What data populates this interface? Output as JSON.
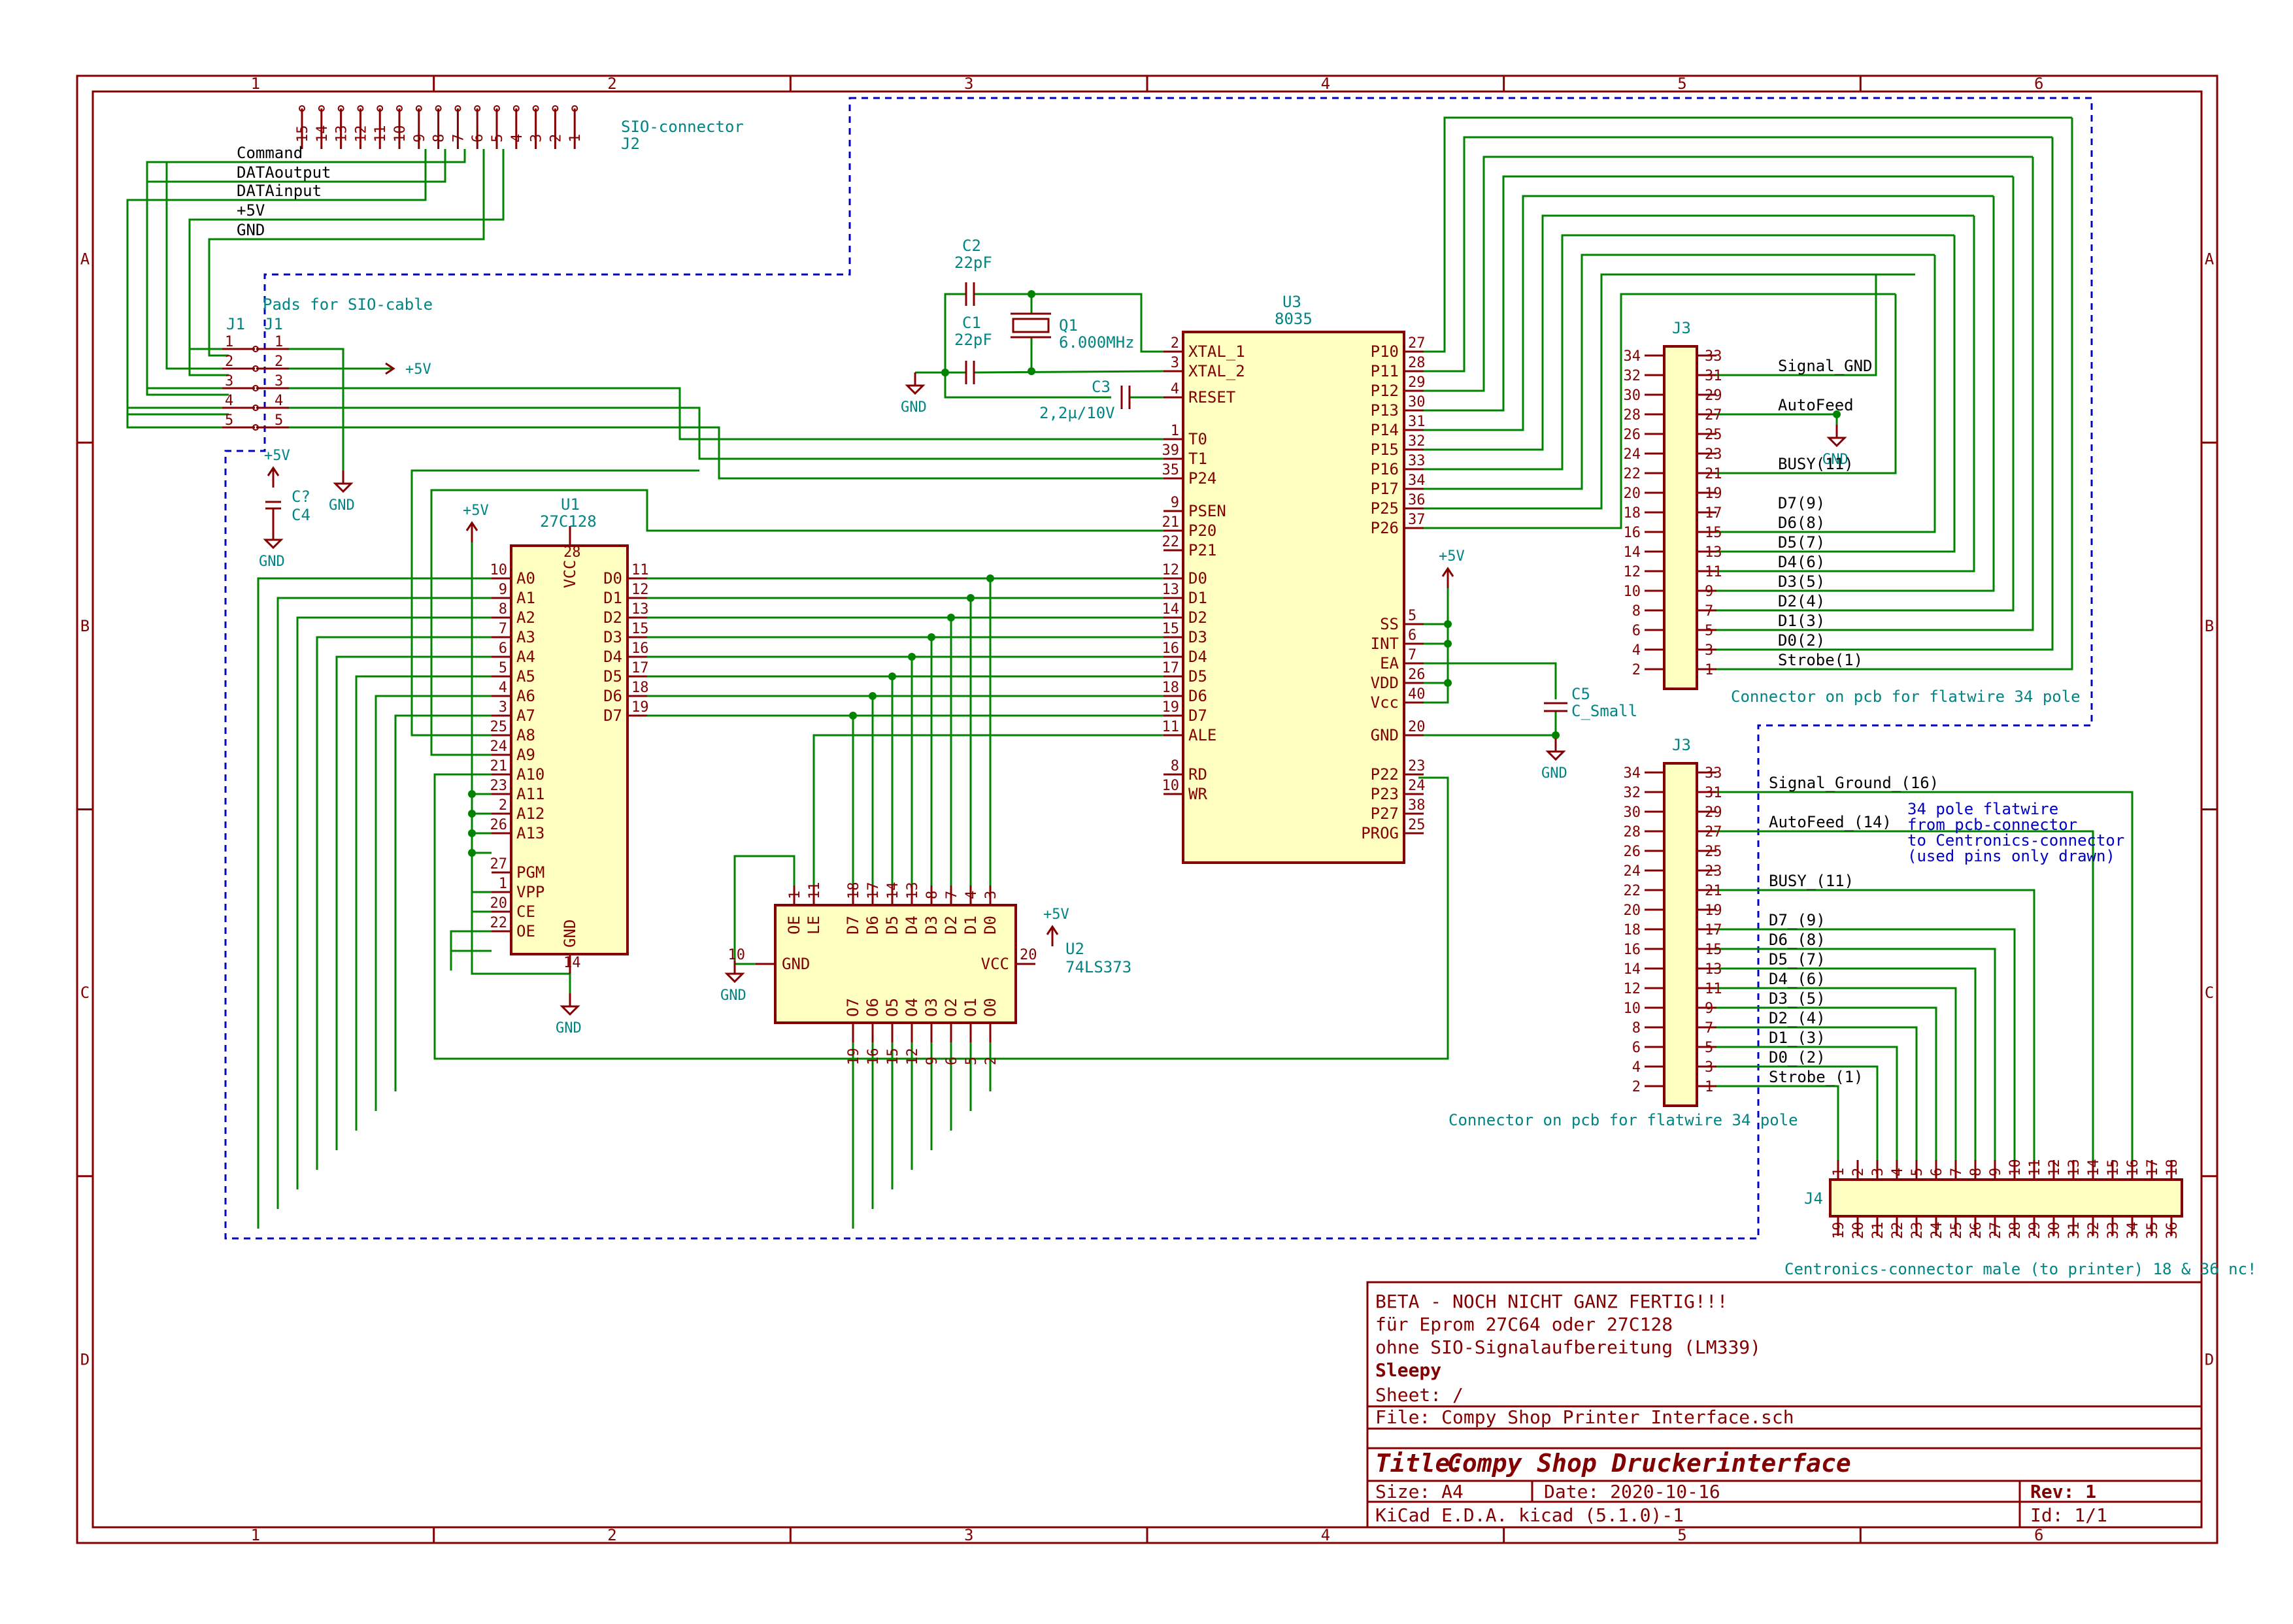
{
  "frame": {
    "columns": [
      "1",
      "2",
      "3",
      "4",
      "5",
      "6"
    ],
    "rows": [
      "A",
      "B",
      "C",
      "D"
    ]
  },
  "title_block": {
    "comments": [
      "BETA - NOCH NICHT GANZ FERTIG!!!",
      "für Eprom 27C64 oder 27C128",
      "ohne SIO-Signalaufbereitung (LM339)"
    ],
    "company": "Sleepy",
    "sheet": "Sheet: /",
    "file": "File: Compy Shop Printer Interface.sch",
    "title_label": "Title:",
    "title": "Compy Shop Druckerinterface",
    "size": "Size: A4",
    "date": "Date: 2020-10-16",
    "rev": "Rev: 1",
    "tool": "KiCad E.D.A.  kicad (5.1.0)-1",
    "id": "Id: 1/1"
  },
  "notes": {
    "sio_pads": "Pads for SIO-cable",
    "sio_connector": "SIO-connector",
    "j3_top": "Connector on pcb for flatwire 34 pole",
    "j3_bottom": "Connector on pcb for flatwire 34 pole",
    "flatwire": [
      "34 pole flatwire",
      "from pcb-connector",
      "to Centronics-connector",
      "(used pins only drawn)"
    ],
    "j4": "Centronics-connector male (to printer) 18 & 36 nc!"
  },
  "components": {
    "j2": {
      "ref": "J2",
      "pins": [
        "15",
        "14",
        "13",
        "12",
        "11",
        "10",
        "9",
        "8",
        "7",
        "6",
        "5",
        "4",
        "3",
        "2",
        "1"
      ]
    },
    "j1a": {
      "ref": "J1",
      "pins": [
        "1",
        "2",
        "3",
        "4",
        "5"
      ]
    },
    "j1b": {
      "ref": "J1",
      "pins": [
        "1",
        "2",
        "3",
        "4",
        "5"
      ]
    },
    "c4": {
      "ref": "C?",
      "value": "C4"
    },
    "u1": {
      "ref": "U1",
      "value": "27C128",
      "left_pins": [
        [
          "10",
          "A0"
        ],
        [
          "9",
          "A1"
        ],
        [
          "8",
          "A2"
        ],
        [
          "7",
          "A3"
        ],
        [
          "6",
          "A4"
        ],
        [
          "5",
          "A5"
        ],
        [
          "4",
          "A6"
        ],
        [
          "3",
          "A7"
        ],
        [
          "25",
          "A8"
        ],
        [
          "24",
          "A9"
        ],
        [
          "21",
          "A10"
        ],
        [
          "23",
          "A11"
        ],
        [
          "2",
          "A12"
        ],
        [
          "26",
          "A13"
        ],
        [
          "27",
          "PGM"
        ],
        [
          "1",
          "VPP"
        ],
        [
          "20",
          "CE"
        ],
        [
          "22",
          "OE"
        ]
      ],
      "right_pins": [
        [
          "11",
          "D0"
        ],
        [
          "12",
          "D1"
        ],
        [
          "13",
          "D2"
        ],
        [
          "15",
          "D3"
        ],
        [
          "16",
          "D4"
        ],
        [
          "17",
          "D5"
        ],
        [
          "18",
          "D6"
        ],
        [
          "19",
          "D7"
        ]
      ],
      "vcc": [
        "28",
        "VCC"
      ],
      "gnd": [
        "14",
        "GND"
      ]
    },
    "u2": {
      "ref": "U2",
      "value": "74LS373",
      "top_pins": [
        [
          "1",
          "OE"
        ],
        [
          "11",
          "LE"
        ],
        [
          "18",
          "D7"
        ],
        [
          "17",
          "D6"
        ],
        [
          "14",
          "D5"
        ],
        [
          "13",
          "D4"
        ],
        [
          "8",
          "D3"
        ],
        [
          "7",
          "D2"
        ],
        [
          "4",
          "D1"
        ],
        [
          "3",
          "D0"
        ]
      ],
      "bottom_pins": [
        [
          "19",
          "O7"
        ],
        [
          "16",
          "O6"
        ],
        [
          "15",
          "O5"
        ],
        [
          "12",
          "O4"
        ],
        [
          "9",
          "O3"
        ],
        [
          "6",
          "O2"
        ],
        [
          "5",
          "O1"
        ],
        [
          "2",
          "O0"
        ]
      ],
      "gnd": [
        "10",
        "GND"
      ],
      "vcc": [
        "20",
        "VCC"
      ]
    },
    "u3": {
      "ref": "U3",
      "value": "8035",
      "left_pins": [
        [
          "2",
          "XTAL_1"
        ],
        [
          "3",
          "XTAL_2"
        ],
        [
          "4",
          "RESET"
        ],
        [
          "1",
          "T0"
        ],
        [
          "39",
          "T1"
        ],
        [
          "35",
          "P24"
        ],
        [
          "9",
          "PSEN"
        ],
        [
          "21",
          "P20"
        ],
        [
          "22",
          "P21"
        ],
        [
          "12",
          "D0"
        ],
        [
          "13",
          "D1"
        ],
        [
          "14",
          "D2"
        ],
        [
          "15",
          "D3"
        ],
        [
          "16",
          "D4"
        ],
        [
          "17",
          "D5"
        ],
        [
          "18",
          "D6"
        ],
        [
          "19",
          "D7"
        ],
        [
          "11",
          "ALE"
        ],
        [
          "8",
          "RD"
        ],
        [
          "10",
          "WR"
        ]
      ],
      "right_pins": [
        [
          "27",
          "P10"
        ],
        [
          "28",
          "P11"
        ],
        [
          "29",
          "P12"
        ],
        [
          "30",
          "P13"
        ],
        [
          "31",
          "P14"
        ],
        [
          "32",
          "P15"
        ],
        [
          "33",
          "P16"
        ],
        [
          "34",
          "P17"
        ],
        [
          "36",
          "P25"
        ],
        [
          "37",
          "P26"
        ],
        [
          "5",
          "SS"
        ],
        [
          "6",
          "INT"
        ],
        [
          "7",
          "EA"
        ],
        [
          "26",
          "VDD"
        ],
        [
          "40",
          "Vcc"
        ],
        [
          "20",
          "GND"
        ],
        [
          "23",
          "P22"
        ],
        [
          "24",
          "P23"
        ],
        [
          "38",
          "P27"
        ],
        [
          "25",
          "PROG"
        ]
      ]
    },
    "c1": {
      "ref": "C1",
      "value": "22pF"
    },
    "c2": {
      "ref": "C2",
      "value": "22pF"
    },
    "c3": {
      "ref": "C3",
      "value": "2,2µ/10V"
    },
    "q1": {
      "ref": "Q1",
      "value": "6.000MHz"
    },
    "c5": {
      "ref": "C5",
      "value": "C_Small"
    },
    "j3a": {
      "ref": "J3",
      "left": [
        "34",
        "32",
        "30",
        "28",
        "26",
        "24",
        "22",
        "20",
        "18",
        "16",
        "14",
        "12",
        "10",
        "8",
        "6",
        "4",
        "2"
      ],
      "right": [
        "33",
        "31",
        "29",
        "27",
        "25",
        "23",
        "21",
        "19",
        "17",
        "15",
        "13",
        "11",
        "9",
        "7",
        "5",
        "3",
        "1"
      ]
    },
    "j3b": {
      "ref": "J3",
      "left": [
        "34",
        "32",
        "30",
        "28",
        "26",
        "24",
        "22",
        "20",
        "18",
        "16",
        "14",
        "12",
        "10",
        "8",
        "6",
        "4",
        "2"
      ],
      "right": [
        "33",
        "31",
        "29",
        "27",
        "25",
        "23",
        "21",
        "19",
        "17",
        "15",
        "13",
        "11",
        "9",
        "7",
        "5",
        "3",
        "1"
      ]
    },
    "j4": {
      "ref": "J4",
      "top": [
        "1",
        "2",
        "3",
        "4",
        "5",
        "6",
        "7",
        "8",
        "9",
        "10",
        "11",
        "12",
        "13",
        "14",
        "15",
        "16",
        "17",
        "18"
      ],
      "bottom": [
        "19",
        "20",
        "21",
        "22",
        "23",
        "24",
        "25",
        "26",
        "27",
        "28",
        "29",
        "30",
        "31",
        "32",
        "33",
        "34",
        "35",
        "36"
      ]
    }
  },
  "nets": {
    "sio": [
      "Command",
      "DATAoutput",
      "DATAinput",
      "+5V",
      "GND"
    ],
    "j3a": [
      "Signal_GND",
      "AutoFeed",
      "BUSY(11)",
      "D7(9)",
      "D6(8)",
      "D5(7)",
      "D4(6)",
      "D3(5)",
      "D2(4)",
      "D1(3)",
      "D0(2)",
      "Strobe(1)"
    ],
    "j3b": [
      "Signal_Ground_(16)",
      "AutoFeed_(14)",
      "BUSY_(11)",
      "D7_(9)",
      "D6_(8)",
      "D5_(7)",
      "D4_(6)",
      "D3_(5)",
      "D2_(4)",
      "D1_(3)",
      "D0_(2)",
      "Strobe_(1)"
    ]
  },
  "power": {
    "vcc": "+5V",
    "gnd": "GND"
  },
  "colors": {
    "frame": "#840000",
    "wire": "#008400",
    "body": "#ffffc2",
    "ref": "#008484",
    "bus": "#0000c2"
  }
}
